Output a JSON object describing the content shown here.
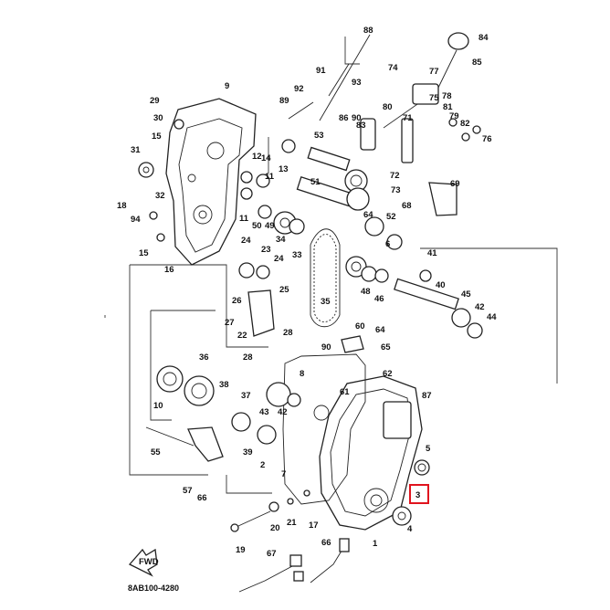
{
  "diagram_code": "8AB100-4280",
  "fwd_label": "FWD",
  "highlighted_callout": "3",
  "colors": {
    "line": "#222222",
    "highlight": "#e0141e",
    "background": "#ffffff"
  },
  "callouts": {
    "c1": "1",
    "c2": "2",
    "c3": "3",
    "c4": "4",
    "c5": "5",
    "c6": "6",
    "c7": "7",
    "c8": "8",
    "c9": "9",
    "c10": "10",
    "c11a": "11",
    "c11b": "11",
    "c12": "12",
    "c13": "13",
    "c14": "14",
    "c15a": "15",
    "c15b": "15",
    "c16": "16",
    "c17": "17",
    "c18": "18",
    "c19": "19",
    "c20": "20",
    "c21": "21",
    "c22": "22",
    "c23": "23",
    "c24a": "24",
    "c24b": "24",
    "c25": "25",
    "c26": "26",
    "c27": "27",
    "c28a": "28",
    "c28b": "28",
    "c29": "29",
    "c30": "30",
    "c31": "31",
    "c32": "32",
    "c33": "33",
    "c34": "34",
    "c35": "35",
    "c36": "36",
    "c37": "37",
    "c38": "38",
    "c39": "39",
    "c40": "40",
    "c41": "41",
    "c42a": "42",
    "c42b": "42",
    "c43": "43",
    "c44": "44",
    "c45": "45",
    "c46": "46",
    "c48": "48",
    "c49": "49",
    "c50": "50",
    "c51": "51",
    "c52": "52",
    "c53": "53",
    "c55": "55",
    "c57": "57",
    "c60": "60",
    "c61": "61",
    "c62": "62",
    "c64a": "64",
    "c64b": "64",
    "c65": "65",
    "c66a": "66",
    "c66b": "66",
    "c67": "67",
    "c68": "68",
    "c69": "69",
    "c71": "71",
    "c72": "72",
    "c73": "73",
    "c74": "74",
    "c75": "75",
    "c76": "76",
    "c77": "77",
    "c78": "78",
    "c79": "79",
    "c80": "80",
    "c81": "81",
    "c82": "82",
    "c83": "83",
    "c84": "84",
    "c85": "85",
    "c86": "86",
    "c87": "87",
    "c88": "88",
    "c89": "89",
    "c90a": "90",
    "c90b": "90",
    "c91": "91",
    "c92": "92",
    "c93": "93",
    "c94": "94"
  }
}
